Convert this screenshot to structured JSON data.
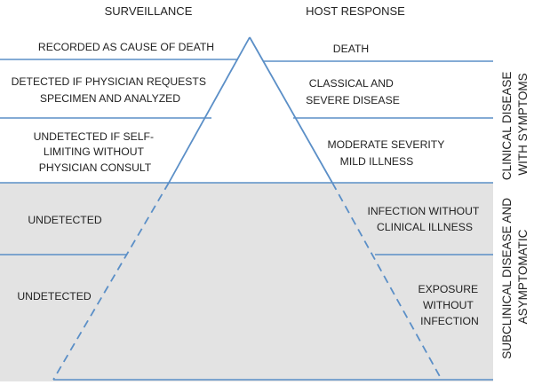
{
  "headers": {
    "left": "SURVEILLANCE",
    "right": "HOST RESPONSE"
  },
  "surveillance": {
    "level1": "RECORDED AS CAUSE OF DEATH",
    "level2": [
      "DETECTED IF PHYSICIAN REQUESTS",
      "SPECIMEN AND ANALYZED"
    ],
    "level3": [
      "UNDETECTED IF SELF-",
      "LIMITING WITHOUT",
      "PHYSICIAN CONSULT"
    ],
    "level4": "UNDETECTED",
    "level5": "UNDETECTED"
  },
  "host_response": {
    "level1": "DEATH",
    "level2": [
      "CLASSICAL AND",
      "SEVERE DISEASE"
    ],
    "level3": [
      "MODERATE SEVERITY",
      "MILD ILLNESS"
    ],
    "level4": [
      "INFECTION WITHOUT",
      "CLINICAL ILLNESS"
    ],
    "level5": [
      "EXPOSURE",
      "WITHOUT",
      "INFECTION"
    ]
  },
  "side_labels": {
    "clinical": [
      "CLINICAL DISEASE",
      "WITH SYMPTOMS"
    ],
    "subclinical": [
      "SUBCLINICAL DISEASE AND",
      "ASYMPTOMATIC"
    ]
  },
  "colors": {
    "line": "#5b8fc7",
    "shade": "#e3e3e3",
    "text": "#222222"
  }
}
